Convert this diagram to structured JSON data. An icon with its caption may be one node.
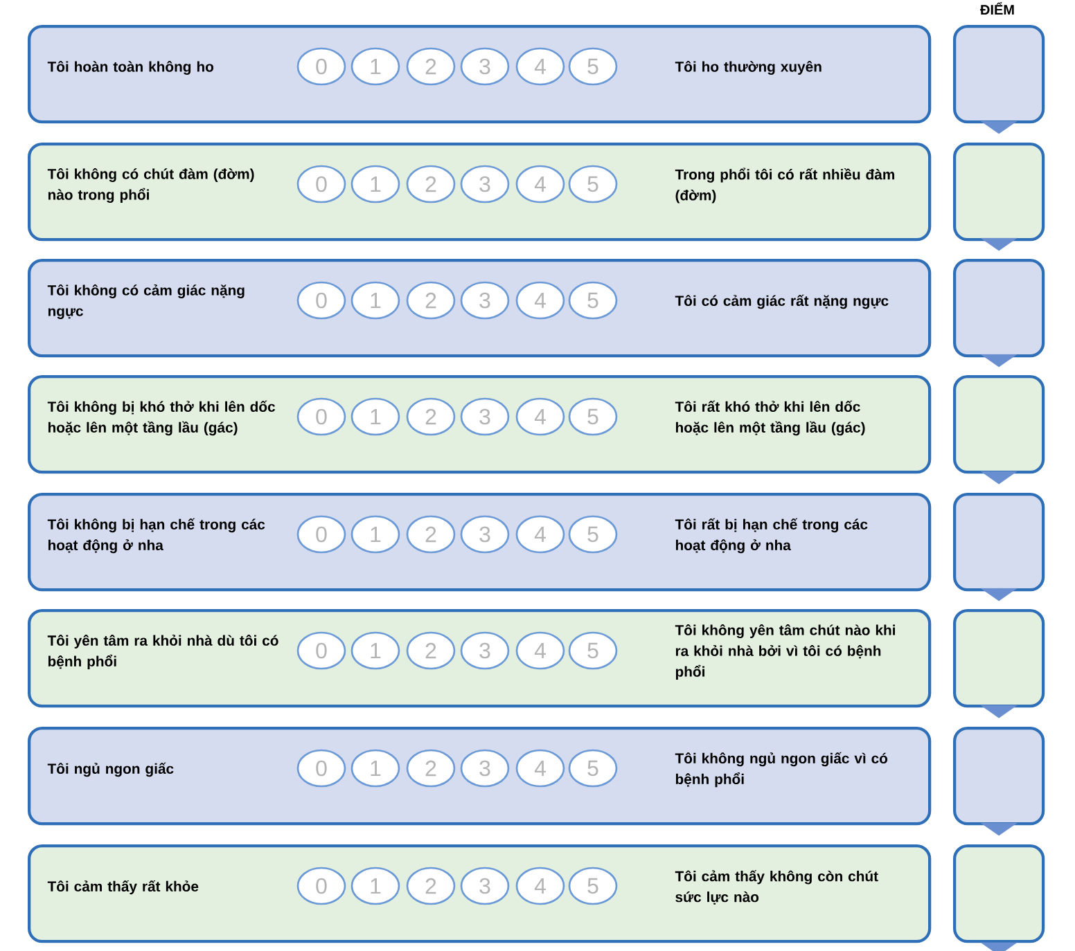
{
  "diagram": {
    "nodes": [
      {
        "text": [
          "Tôi hoàn toàn không ho",
          "Tôi ho thường xuyên"
        ]
      },
      {
        "text": [
          "0"
        ],
        "in": 0
      },
      {
        "text": [
          "1"
        ],
        "in": 0
      },
      {
        "text": [
          "2"
        ],
        "in": 0
      },
      {
        "text": [
          "3"
        ],
        "in": 0
      },
      {
        "text": [
          "4"
        ],
        "in": 0
      },
      {
        "text": [
          "5"
        ],
        "in": 0
      },
      {
        "text": [],
        "shape": "box"
      },
      {
        "text": [
          "Tôi không có chút đàm (đờm) nào trong phổi",
          "Trong phổi tôi có rất nhiều đàm (đờm)"
        ]
      },
      {
        "text": [
          "0"
        ],
        "in": 8
      },
      {
        "text": [
          "1"
        ],
        "in": 8
      },
      {
        "text": [
          "2"
        ],
        "in": 8
      },
      {
        "text": [
          "3"
        ],
        "in": 8
      },
      {
        "text": [
          "4"
        ],
        "in": 8
      },
      {
        "text": [
          "5"
        ],
        "in": 8
      },
      {
        "text": [],
        "shape": "box"
      },
      {
        "text": [
          "Tôi không có cảm giác nặng ngực",
          "Tôi có cảm giác rất nặng ngực"
        ]
      },
      {
        "text": [
          "0"
        ],
        "in": 16
      },
      {
        "text": [
          "1"
        ],
        "in": 16
      },
      {
        "text": [
          "2"
        ],
        "in": 16
      },
      {
        "text": [
          "3"
        ],
        "in": 16
      },
      {
        "text": [
          "4"
        ],
        "in": 16
      },
      {
        "text": [
          "5"
        ],
        "in": 16
      },
      {
        "text": [],
        "shape": "box"
      },
      {
        "text": [
          "Tôi không bị khó thở khi lên dốc hoặc lên một tầng lầu (gác)",
          "Tôi rất khó thở khi lên dốc hoặc lên một tầng lầu (gác)"
        ]
      },
      {
        "text": [
          "0"
        ],
        "in": 24
      },
      {
        "text": [
          "1"
        ],
        "in": 24
      },
      {
        "text": [
          "2"
        ],
        "in": 24
      },
      {
        "text": [
          "3"
        ],
        "in": 24
      },
      {
        "text": [
          "4"
        ],
        "in": 24
      },
      {
        "text": [
          "5"
        ],
        "in": 24
      },
      {
        "text": [],
        "shape": "box"
      },
      {
        "text": [
          "Tôi không bị hạn chế trong các hoạt động ở nha",
          "Tôi rất bị hạn chế trong các hoạt động ở nha"
        ]
      },
      {
        "text": [
          "0"
        ],
        "in": 32
      },
      {
        "text": [
          "1"
        ],
        "in": 32
      },
      {
        "text": [
          "2"
        ],
        "in": 32
      },
      {
        "text": [
          "3"
        ],
        "in": 32
      },
      {
        "text": [
          "4"
        ],
        "in": 32
      },
      {
        "text": [
          "5"
        ],
        "in": 32
      },
      {
        "text": [],
        "shape": "box"
      },
      {
        "text": [
          "Tôi yên tâm ra khỏi nhà dù tôi có bệnh phổi",
          "Tôi không yên tâm chút nào khi ra khỏi nhà bởi vì tôi có bệnh phổi"
        ]
      },
      {
        "text": [
          "0"
        ],
        "in": 40
      },
      {
        "text": [
          "1"
        ],
        "in": 40
      },
      {
        "text": [
          "2"
        ],
        "in": 40
      },
      {
        "text": [
          "3"
        ],
        "in": 40
      },
      {
        "text": [
          "4"
        ],
        "in": 40
      },
      {
        "text": [
          "5"
        ],
        "in": 40
      },
      {
        "text": [],
        "shape": "box"
      },
      {
        "text": [
          "Tôi ngủ ngon giấc",
          "Tôi không ngủ ngon giấc vì có bệnh phổi"
        ]
      },
      {
        "text": [
          "0"
        ],
        "in": 48
      },
      {
        "text": [
          "1"
        ],
        "in": 48
      },
      {
        "text": [
          "2"
        ],
        "in": 48
      },
      {
        "text": [
          "3"
        ],
        "in": 48
      },
      {
        "text": [
          "4"
        ],
        "in": 48
      },
      {
        "text": [
          "5"
        ],
        "in": 48
      },
      {
        "text": [],
        "shape": "box"
      },
      {
        "text": [
          "Tôi cảm thấy rất khỏe",
          "Tôi cảm thấy không còn chút sức lực nào"
        ]
      },
      {
        "text": [
          "0"
        ],
        "in": 56
      },
      {
        "text": [
          "1"
        ],
        "in": 56
      },
      {
        "text": [
          "2"
        ],
        "in": 56
      },
      {
        "text": [
          "3"
        ],
        "in": 56
      },
      {
        "text": [
          "4"
        ],
        "in": 56
      },
      {
        "text": [
          "5"
        ],
        "in": 56
      },
      {
        "text": [],
        "shape": "box"
      }
    ],
    "edges": [
      {
        "from": 7,
        "to": 15,
        "arrow": "to"
      },
      {
        "from": 15,
        "to": 23,
        "arrow": "to"
      },
      {
        "from": 23,
        "to": 31,
        "arrow": "to"
      },
      {
        "from": 31,
        "to": 39,
        "arrow": "to"
      },
      {
        "from": 39,
        "to": 47,
        "arrow": "to"
      },
      {
        "from": 47,
        "to": 55,
        "arrow": "to"
      },
      {
        "from": 55,
        "to": 63,
        "arrow": "to"
      },
      {
        "from": 63,
        "to": null,
        "arrow": "to"
      }
    ],
    "labels": [
      "ĐIỂM"
    ]
  }
}
